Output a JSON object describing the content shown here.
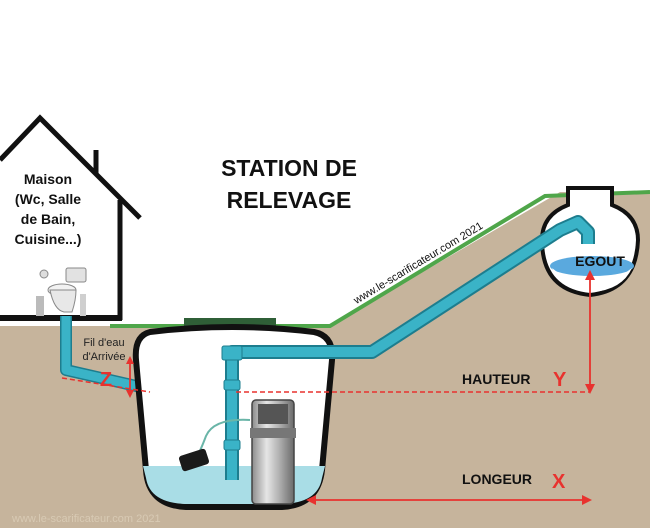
{
  "title_line1": "STATION DE",
  "title_line2": "RELEVAGE",
  "house": {
    "line1": "Maison",
    "line2": "(Wc, Salle",
    "line3": "de Bain,",
    "line4": "Cuisine...)"
  },
  "inlet": {
    "line1": "Fil d'eau",
    "line2": "d'Arrivée",
    "marker": "Z"
  },
  "egout": "EGOUT",
  "hauteur": {
    "label": "HAUTEUR",
    "marker": "Y"
  },
  "longueur": {
    "label": "LONGEUR",
    "marker": "X"
  },
  "watermark": "www.le-scarificateur.com 2021",
  "watermark_bottom": "www.le-scarificateur.com 2021",
  "colors": {
    "soil": "#c6b49c",
    "grass": "#4fa64a",
    "pipe": "#3ab3c7",
    "pipe_dark": "#1d7d8e",
    "water": "#a9dde6",
    "accent": "#e8322e",
    "lid": "#2f5f37",
    "outline": "#111111"
  }
}
